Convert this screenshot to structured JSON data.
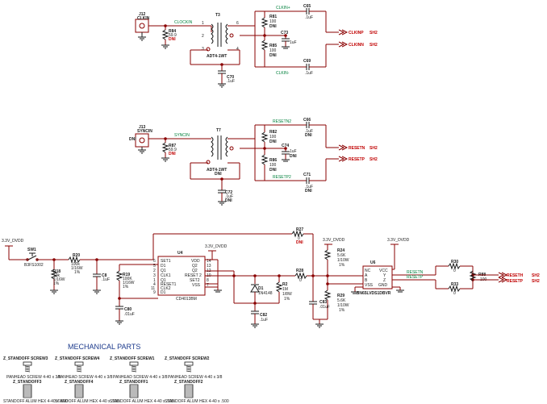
{
  "clock_section": {
    "j12_ref": "J12",
    "j12_name": "CLKIN",
    "net_clockin": "CLOCKIN",
    "r84_ref": "R84",
    "r84_val": "59.9",
    "dni": "DNI",
    "t3_ref": "T3",
    "t3_part": "ADT4-1WT",
    "r81_ref": "R81",
    "r81_val": "100",
    "r81_dni": "DNI",
    "r85_ref": "R85",
    "r85_val": "100",
    "r85_dni": "DNI",
    "c65_ref": "C65",
    "c65_val": ".1uF",
    "c73_ref": "C73",
    "c73_val": "1uF",
    "c69_ref": "C69",
    "c69_val": ".1uF",
    "c70_ref": "C70",
    "c70_val": ".1uF",
    "net_clkin_p": "CLKIN+",
    "net_clkin_n": "CLKIN-",
    "port_clkinp": "CLKINP",
    "port_clkinn": "CLKINN",
    "sheet": "SH2",
    "pins": [
      "1",
      "6",
      "2",
      "3",
      "4"
    ]
  },
  "sync_section": {
    "j13_ref": "J13",
    "j13_name": "SYNCIN",
    "j13_dni": "DNI",
    "net_syncin": "SYNCIN",
    "r87_ref": "R87",
    "r87_val": "59.9",
    "dni": "DNI",
    "t7_ref": "T7",
    "t7_part": "ADT4-1WT",
    "t7_dni": "DNI",
    "r82_ref": "R82",
    "r82_val": "100",
    "r82_dni": "DNI",
    "r86_ref": "R86",
    "r86_val": "100",
    "r86_dni": "DNI",
    "c66_ref": "C66",
    "c66_val": ".1uF",
    "c66_dni": "DNI",
    "c74_ref": "C74",
    "c74_val": "1uF",
    "c74_dni": "DNI",
    "c71_ref": "C71",
    "c71_val": ".1uF",
    "c71_dni": "DNI",
    "c72_ref": "C72",
    "c72_val": ".1uF",
    "c72_dni": "DNI",
    "net_resetn2": "RESETN2",
    "net_resetp2": "RESETP2",
    "port_resetn": "RESETN",
    "port_resetp": "RESETP",
    "sheet": "SH2"
  },
  "reset_section": {
    "vcc": "3.3V_DVDD",
    "sw1_ref": "SW1",
    "sw1_part": "B3FS1002",
    "r20_ref": "R20",
    "r20_val": "100k",
    "r20_pwr": "1/16W",
    "r20_tol": "1%",
    "r18_ref": "R18",
    "r18_val": "10k",
    "r18_pwr": "1/16W",
    "r18_tol": "1%",
    "c8_ref": "C8",
    "c8_val": ".1uF",
    "r19_ref": "R19",
    "r19_val": "100K",
    "r19_pwr": "1/16W",
    "r19_tol": "1%",
    "c80_ref": "C80",
    "c80_val": ".01uF",
    "u4_ref": "U4",
    "u4_part": "CD4013BM",
    "u4_pins_left": [
      "SET1",
      "D1",
      "Q1",
      "CLK1",
      "Q1",
      "RESET1",
      "CLK2",
      "D1"
    ],
    "u4_pins_right": [
      "VDD",
      "Q2",
      "Q2",
      "RESET 2",
      "SET2",
      "VSS"
    ],
    "u4_pin_nums_left": [
      "6",
      "5",
      "2",
      "3",
      "1",
      "4",
      "11",
      "9"
    ],
    "u4_pin_nums_right": [
      "14",
      "13",
      "12",
      "10",
      "8",
      "7"
    ],
    "r27_ref": "R27",
    "r27_val": "0",
    "r27_dni": "DNI",
    "r28_ref": "R28",
    "r28_val": "0",
    "d1_ref": "D1",
    "d1_part": "1N4148",
    "r2_ref": "R2",
    "r2_val": "1M",
    "r2_pwr": "1/8W",
    "r2_tol": "1%",
    "c82_ref": "C82",
    "c82_val": ".1uF",
    "r24_ref": "R24",
    "r24_val": "5.6K",
    "r24_pwr": "1/10W",
    "r24_tol": "1%",
    "r29_ref": "R29",
    "r29_val": "5.6K",
    "r29_pwr": "1/10W",
    "r29_tol": "1%",
    "c83_ref": "C83",
    "c83_val": ".01uF",
    "u6_ref": "U6",
    "u6_part": "SN65LVDS1DBVR",
    "u6_pins_left": [
      "NC",
      "A",
      "B",
      "VSS"
    ],
    "u6_pins_right": [
      "VCC",
      "Y",
      "Z",
      "GND"
    ],
    "net_resetn_out": "RESETN",
    "net_resetp_out": "RESETP",
    "r30_ref": "R30",
    "r30_val": "0",
    "r33_ref": "R33",
    "r33_val": "0",
    "r88_ref": "R88",
    "r88_val": "100",
    "port_reseth": "RESETH",
    "port_resetp": "RESETP",
    "sheet": "SH2"
  },
  "mechanical": {
    "title": "MECHANICAL PARTS",
    "screws": [
      {
        "screw": "Z_STANDOFF SCREW3",
        "screw_part": "PANHEAD SCREW 4-40 x 3/8",
        "standoff": "Z_STANDOFF3",
        "standoff_part": "STANDOFF ALUM HEX 4-40 x .500"
      },
      {
        "screw": "Z_STANDOFF SCREW4",
        "screw_part": "PANHEAD SCREW 4-40 x 3/8",
        "standoff": "Z_STANDOFF4",
        "standoff_part": "STANDOFF ALUM HEX 4-40 x .500"
      },
      {
        "screw": "Z_STANDOFF SCREW1",
        "screw_part": "PANHEAD SCREW 4-40 x 3/8",
        "standoff": "Z_STANDOFF1",
        "standoff_part": "STANDOFF ALUM HEX 4-40 x .500"
      },
      {
        "screw": "Z_STANDOFF SCREW2",
        "screw_part": "PANHEAD SCREW 4-40 x 3/8",
        "standoff": "Z_STANDOFF2",
        "standoff_part": "STANDOFF ALUM HEX 4-40 x .500"
      }
    ]
  },
  "colors": {
    "wire": "#8a0000",
    "text": "#1a1a1a",
    "dni": "#c00000",
    "net": "#00803c",
    "title": "#1c3a8c"
  }
}
